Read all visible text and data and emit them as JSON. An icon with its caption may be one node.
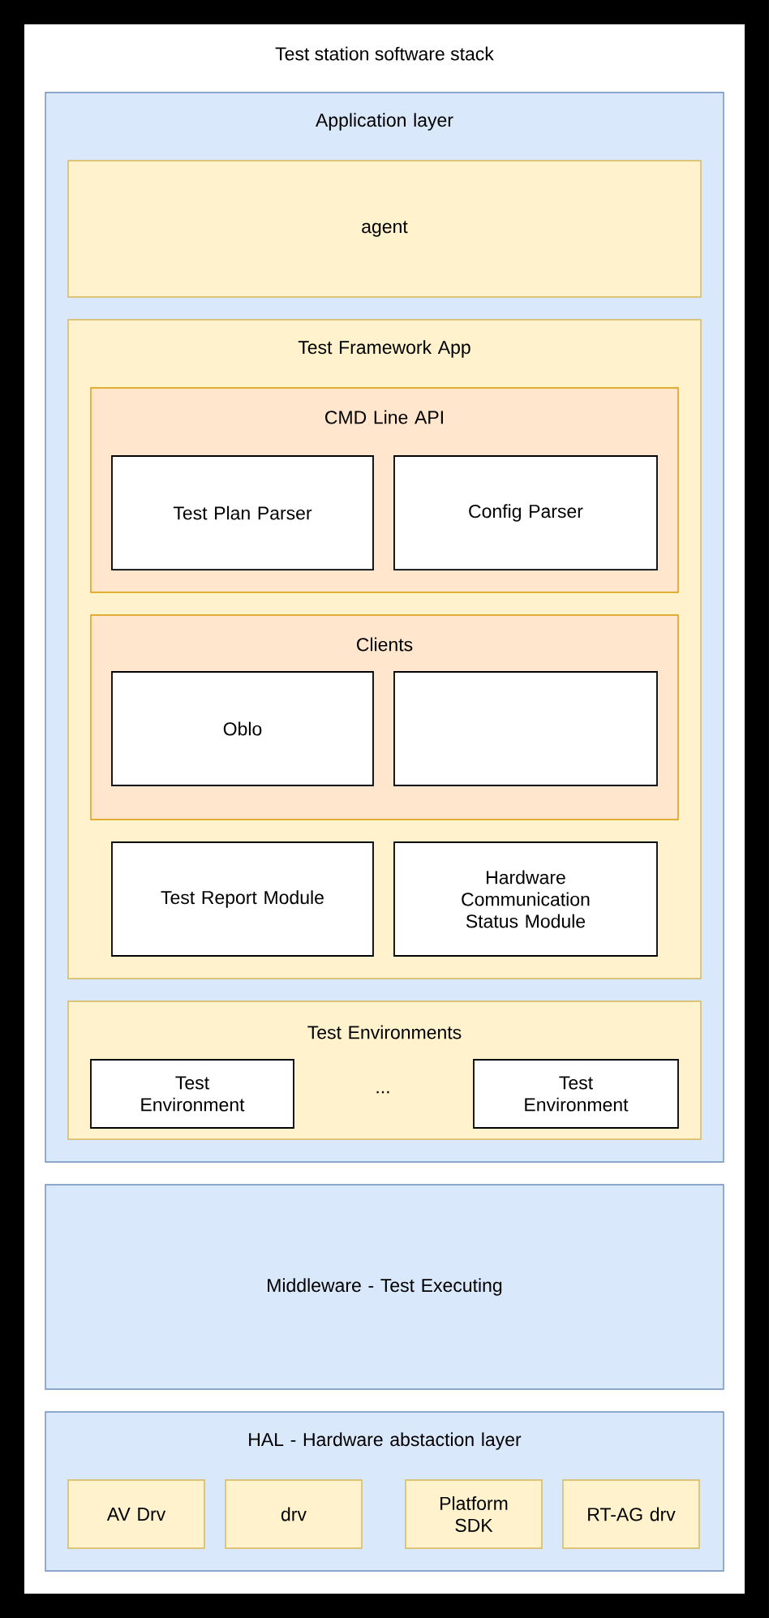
{
  "diagram": {
    "title": "Test station software stack",
    "nodes": [
      {
        "text": [
          "Application layer"
        ]
      },
      {
        "text": [
          "agent"
        ],
        "in": 0
      },
      {
        "text": [
          "Test Framework App"
        ],
        "in": 0
      },
      {
        "text": [
          "CMD Line API"
        ],
        "in": 2
      },
      {
        "text": [
          "Test Plan Parser"
        ],
        "in": 3
      },
      {
        "text": [
          "Config Parser"
        ],
        "in": 3
      },
      {
        "text": [
          "Clients"
        ],
        "in": 2
      },
      {
        "text": [
          "Oblo"
        ],
        "in": 6
      },
      {
        "text": [],
        "shape": "box",
        "in": 6
      },
      {
        "text": [
          "Test Report Module"
        ],
        "in": 2
      },
      {
        "text": [
          "Hardware Communication Status Module"
        ],
        "in": 2
      },
      {
        "text": [
          "Test Environments"
        ],
        "in": 0
      },
      {
        "text": [
          "Test Environment"
        ],
        "in": 11
      },
      {
        "text": [
          "Test Environment"
        ],
        "in": 11
      },
      {
        "text": [
          "Middleware - Test Executing"
        ]
      },
      {
        "text": [
          "HAL - Hardware abstaction layer"
        ]
      },
      {
        "text": [
          "AV Drv"
        ],
        "in": 15
      },
      {
        "text": [
          "drv"
        ],
        "in": 15
      },
      {
        "text": [
          "Platform SDK"
        ],
        "in": 15
      },
      {
        "text": [
          "RT-AG drv"
        ],
        "in": 15
      }
    ],
    "edges": [],
    "labels": [
      "..."
    ]
  }
}
